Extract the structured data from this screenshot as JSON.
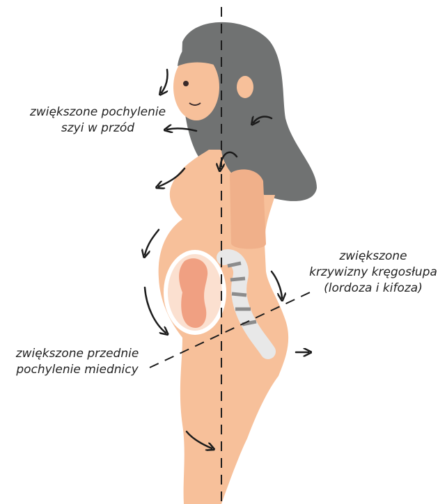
{
  "labels": {
    "neck_line1": "zwiększone pochylenie",
    "neck_line2": "szyi w przód",
    "spine_line1": "zwiększone",
    "spine_line2": "krzywizny kręgosłupa",
    "spine_line3": "(lordoza i kifoza)",
    "pelvis_line1": "zwiększone przednie",
    "pelvis_line2": "pochylenie miednicy"
  },
  "colors": {
    "skin": "#f7c09a",
    "hair": "#707272",
    "womb_outline": "#ffffff",
    "fetus": "#f0a082",
    "spine_stripe": "#8c8c8c",
    "arrow": "#1c1c1c"
  }
}
